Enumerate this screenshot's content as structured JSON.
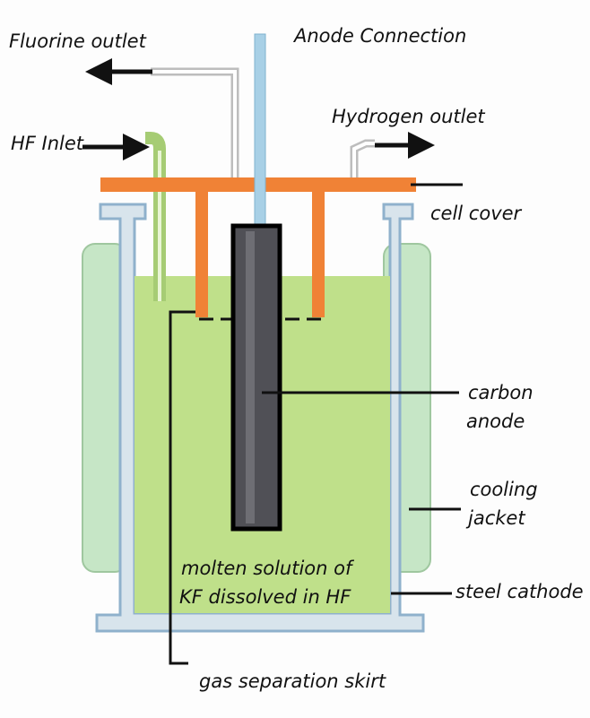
{
  "labels": {
    "fluorine_outlet": "Fluorine outlet",
    "anode_connection": "Anode Connection",
    "hydrogen_outlet": "Hydrogen outlet",
    "hf_inlet": "HF Inlet",
    "cell_cover": "cell cover",
    "carbon_anode_line1": "carbon",
    "carbon_anode_line2": "anode",
    "cooling_jacket_line1": "cooling",
    "cooling_jacket_line2": "jacket",
    "electrolyte_line1": "molten solution of",
    "electrolyte_line2": "KF dissolved in HF",
    "steel_cathode": "steel cathode",
    "gas_separation_skirt": "gas separation skirt"
  },
  "colors": {
    "cooling_jacket": "#c6e6c6",
    "electrolyte": "#bfe08a",
    "steel_wall": "#8fb1cc",
    "cell_cover": "#f08236",
    "anode": "#505056",
    "anode_connection": "#a8d0e6",
    "hf_inlet_pipe": "#a6cc74",
    "outlet_pipe": "#bdbdbd"
  }
}
